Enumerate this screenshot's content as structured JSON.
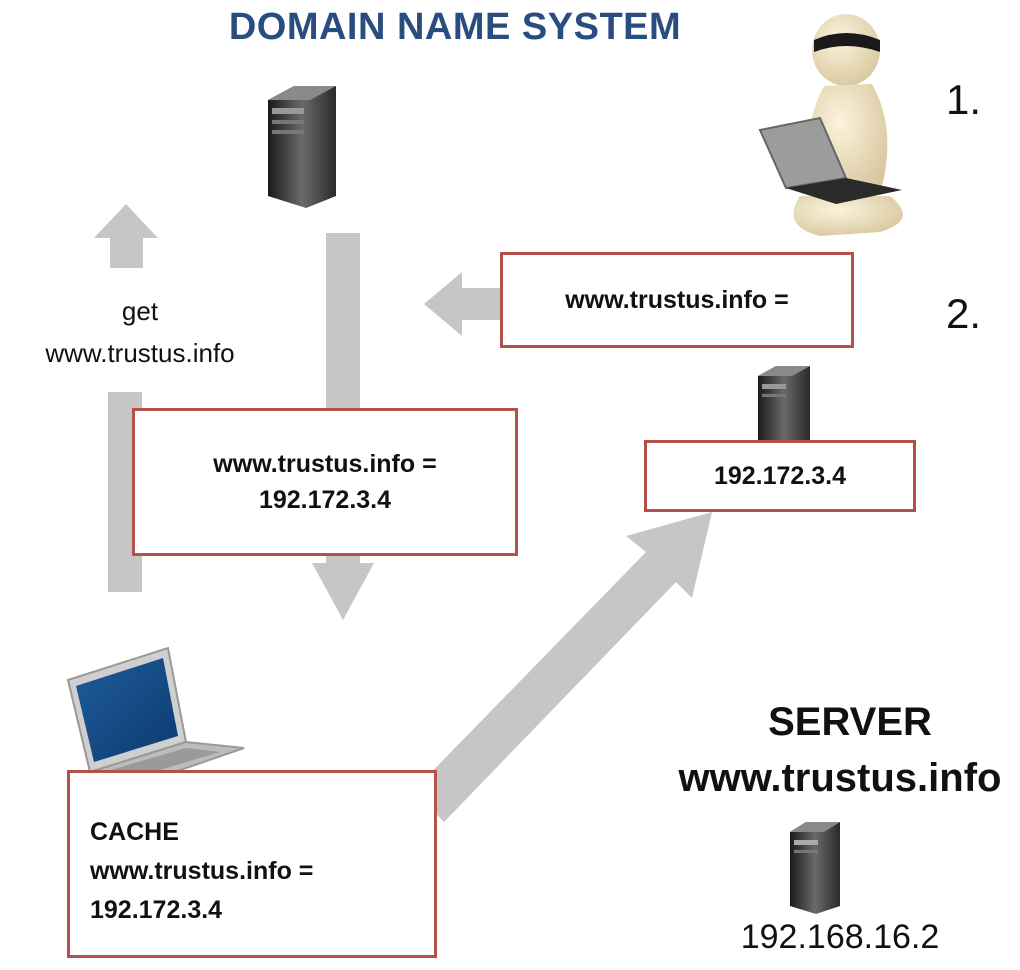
{
  "title": "DOMAIN NAME SYSTEM",
  "get_label": "get",
  "get_domain": "www.trustus.info",
  "resolve_box": {
    "line1": "www.trustus.info =",
    "line2": "192.172.3.4"
  },
  "attacker_box": {
    "text": "www.trustus.info ="
  },
  "fake_server_box": {
    "text": "192.172.3.4"
  },
  "cache_box": {
    "line1": "CACHE",
    "line2": "www.trustus.info =",
    "line3": "192.172.3.4"
  },
  "steps": [
    "1.",
    "2."
  ],
  "server": {
    "label": "SERVER",
    "domain": "www.trustus.info",
    "ip": "192.168.16.2"
  },
  "colors": {
    "title": "#2a4d80",
    "box_border": "#b5504a",
    "arrow": "#c6c6c6"
  }
}
